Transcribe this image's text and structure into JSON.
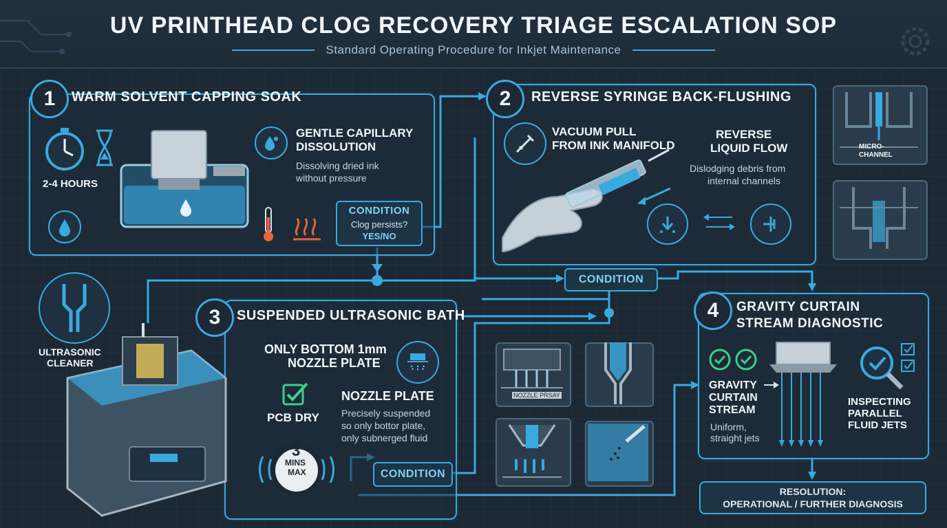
{
  "header": {
    "title": "UV PRINTHEAD CLOG RECOVERY TRIAGE ESCALATION SOP",
    "subtitle": "Standard Operating Procedure for Inkjet Maintenance"
  },
  "step1": {
    "number": "1",
    "title": "WARM SOLVENT CAPPING SOAK",
    "duration": "2-4 HOURS",
    "heading_line1": "GENTLE CAPILLARY",
    "heading_line2": "DISSOLUTION",
    "desc_line1": "Dissolving dried ink",
    "desc_line2": "without pressure",
    "condition": {
      "label": "CONDITION",
      "question": "Clog persists?",
      "answer": "YES/NO"
    }
  },
  "step2": {
    "number": "2",
    "title": "REVERSE SYRINGE BACK-FLUSHING",
    "left_line1": "VACUUM PULL",
    "left_line2": "FROM INK MANIFOLD",
    "right_line1": "REVERSE",
    "right_line2": "LIQUID FLOW",
    "desc_line1": "Dislodging debris from",
    "desc_line2": "internal channels"
  },
  "side_detail": {
    "line1": "MICRO-",
    "line2": "CHANNEL"
  },
  "condition_mid": "CONDITION",
  "step3": {
    "number": "3",
    "title": "SUSPENDED ULTRASONIC BATH",
    "cleaner_line1": "ULTRASONIC",
    "cleaner_line2": "CLEANER",
    "bottom_line1": "ONLY BOTTOM 1mm",
    "bottom_line2": "NOZZLE PLATE",
    "pcb": "PCB DRY",
    "timer_num": "3",
    "timer_line1": "MINS",
    "timer_line2": "MAX",
    "nozzle_heading": "NOZZLE PLATE",
    "nozzle_line1": "Precisely suspended",
    "nozzle_line2": "so only bottor plate,",
    "nozzle_line3": "only subnerged fluid",
    "condition": "CONDITION",
    "spray_label": "NOZZLE PRSAY"
  },
  "step4": {
    "number": "4",
    "title_line1": "GRAVITY CURTAIN",
    "title_line2": "STREAM DIAGNOSTIC",
    "stream_line1": "GRAVITY",
    "stream_line2": "CURTAIN",
    "stream_line3": "STREAM",
    "stream_desc1": "Uniform,",
    "stream_desc2": "straight jets",
    "inspect_line1": "INSPECTING",
    "inspect_line2": "PARALLEL",
    "inspect_line3": "FLUID JETS"
  },
  "resolution": {
    "line1": "RESOLUTION:",
    "line2": "OPERATIONAL / FURTHER DIAGNOSIS"
  },
  "colors": {
    "accent": "#3aa9e0",
    "background": "#1c2833",
    "check": "#3ccf8e",
    "heat": "#e8643a"
  }
}
